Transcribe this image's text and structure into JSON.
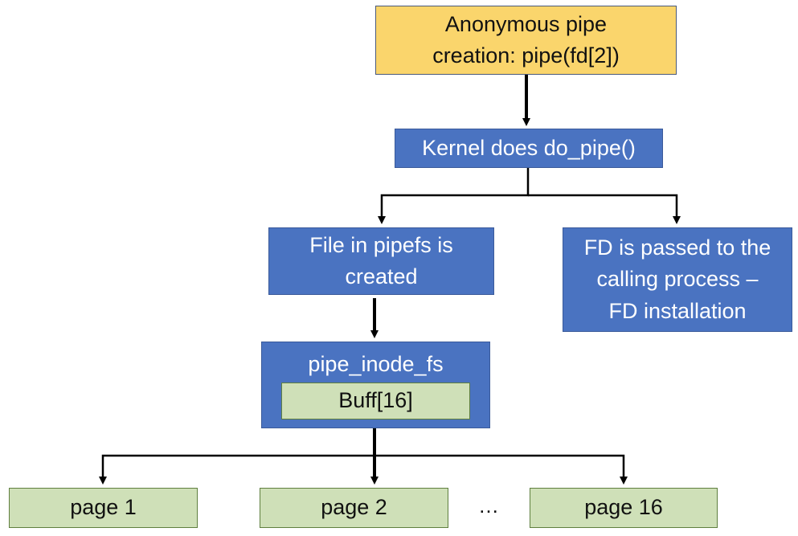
{
  "nodes": {
    "pipe_creation": {
      "lines": [
        "Anonymous pipe",
        "creation: pipe(fd[2])"
      ]
    },
    "kernel": {
      "lines": [
        "Kernel does do_pipe()"
      ]
    },
    "file_pipefs": {
      "lines": [
        "File in pipefs is",
        "created"
      ]
    },
    "fd_passed": {
      "lines": [
        "FD is passed to the",
        "calling process –",
        "FD installation"
      ]
    },
    "pipe_inode": {
      "label": "pipe_inode_fs",
      "buffer": "Buff[16]"
    },
    "pages": [
      "page 1",
      "page 2",
      "page 16"
    ],
    "ellipsis": "…"
  },
  "colors": {
    "yellow": "#fad56c",
    "blue": "#4a73c1",
    "green": "#cfe0b8",
    "line": "#000000"
  }
}
